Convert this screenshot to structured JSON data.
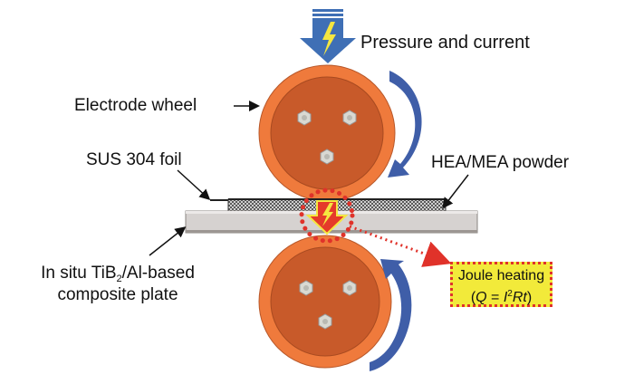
{
  "figure": {
    "title": "Resistance seam welding schematic",
    "labels": {
      "pressure_current": "Pressure and current",
      "electrode_wheel": "Electrode wheel",
      "sus_foil": "SUS 304 foil",
      "powder": "HEA/MEA powder",
      "plate_line1_prefix": "In situ TiB",
      "plate_line1_sub": "2",
      "plate_line1_suffix": "/Al-based",
      "plate_line2": "composite plate",
      "joule_title": "Joule heating",
      "joule_eq_open": "(",
      "joule_eq_Q": "Q",
      "joule_eq_eq": " = ",
      "joule_eq_I": "I",
      "joule_eq_sup": "2",
      "joule_eq_Rt": "Rt",
      "joule_eq_close": ")"
    },
    "colors": {
      "wheel_outer": "#ef7a3c",
      "wheel_inner": "#c85a2a",
      "bolt": "#d9d9d2",
      "rotation_arrow": "#3f5ea8",
      "pressure_arrow": "#3f6fb5",
      "lightning": "#f5e640",
      "plate": "#d6d2d0",
      "powder": "#4a4a4a",
      "heat_arrow": "#e53a2a",
      "dotted_red": "#e0322a",
      "joule_box": "#f2ea3a"
    }
  }
}
